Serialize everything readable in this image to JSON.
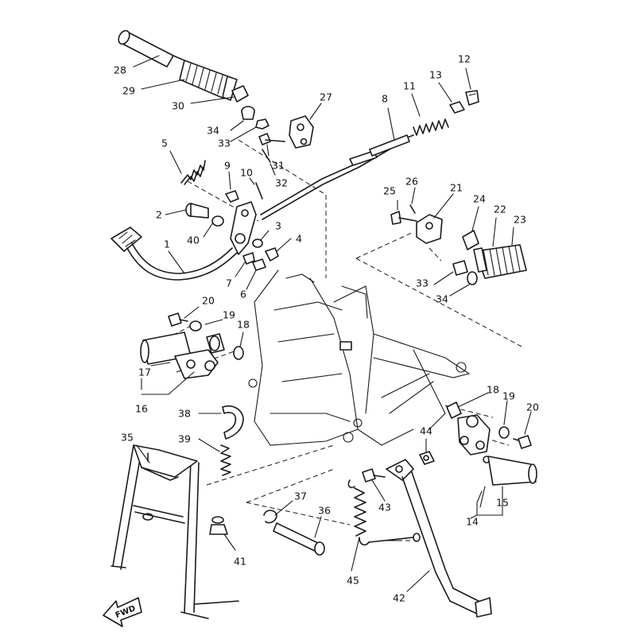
{
  "callouts": {
    "c1": "1",
    "c2": "2",
    "c3": "3",
    "c4": "4",
    "c5": "5",
    "c6": "6",
    "c7": "7",
    "c8": "8",
    "c9": "9",
    "c10": "10",
    "c11": "11",
    "c12": "12",
    "c13": "13",
    "c14": "14",
    "c15": "15",
    "c16": "16",
    "c17": "17",
    "c18a": "18",
    "c18b": "18",
    "c19a": "19",
    "c19b": "19",
    "c20a": "20",
    "c20b": "20",
    "c21": "21",
    "c22": "22",
    "c23": "23",
    "c24": "24",
    "c25": "25",
    "c26": "26",
    "c27": "27",
    "c28": "28",
    "c29": "29",
    "c30": "30",
    "c31": "31",
    "c32": "32",
    "c33a": "33",
    "c33b": "33",
    "c34a": "34",
    "c34b": "34",
    "c35": "35",
    "c36": "36",
    "c37": "37",
    "c38": "38",
    "c39": "39",
    "c40": "40",
    "c41": "41",
    "c42": "42",
    "c43": "43",
    "c44": "44",
    "c45": "45"
  },
  "fwd_label": "FWD"
}
